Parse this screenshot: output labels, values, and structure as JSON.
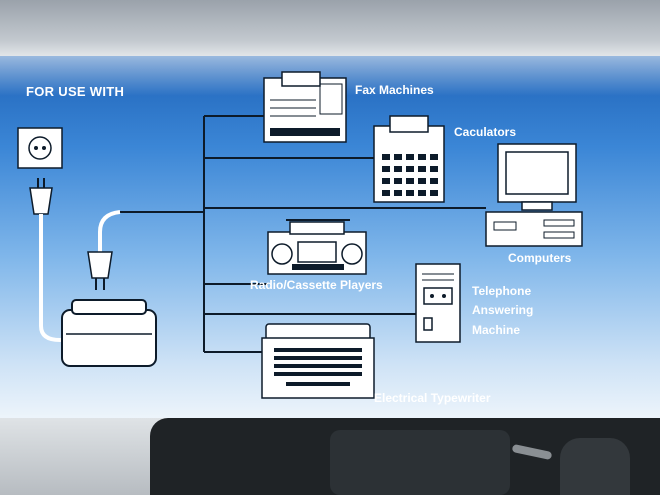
{
  "heading": "FOR USE WITH",
  "devices": {
    "fax": "Fax Machines",
    "calculators": "Caculators",
    "computers": "Computers",
    "radio": "Radio/Cassette Players",
    "telephone_line1": "Telephone",
    "telephone_line2": "Answering",
    "telephone_line3": "Machine",
    "typewriter": "Electrical Typewriter"
  },
  "colors": {
    "panel_top": "#1e63b8",
    "panel_bottom": "#eef5fb",
    "line": "#0d1b2a",
    "text": "#ffffff"
  }
}
